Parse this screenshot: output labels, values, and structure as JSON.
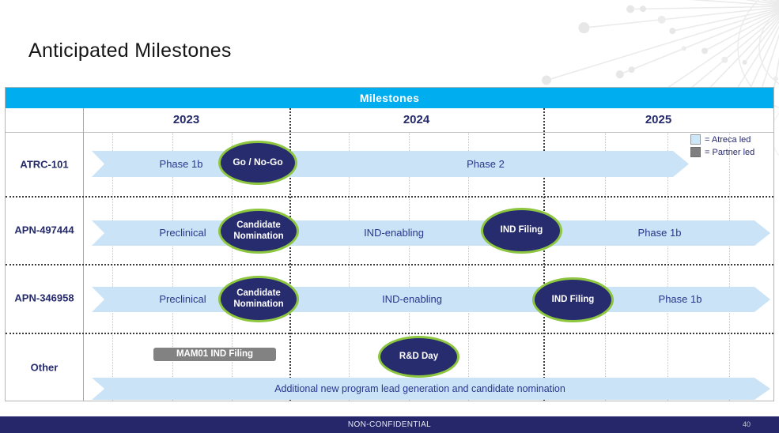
{
  "title": "Anticipated Milestones",
  "milestones_header": "Milestones",
  "years": [
    "2023",
    "2024",
    "2025"
  ],
  "legend": {
    "atreca_label": "= Atreca led",
    "partner_label": "= Partner led"
  },
  "rows": [
    {
      "label": "ATRC-101",
      "phase1": "Phase 1b",
      "phase2": "Phase 2",
      "milestone1": "Go / No-Go"
    },
    {
      "label": "APN-497444",
      "phase1": "Preclinical",
      "phase2": "IND-enabling",
      "phase3": "Phase 1b",
      "milestone1": "Candidate\nNomination",
      "milestone2": "IND Filing"
    },
    {
      "label": "APN-346958",
      "phase1": "Preclinical",
      "phase2": "IND-enabling",
      "phase3": "Phase 1b",
      "milestone1": "Candidate\nNomination",
      "milestone2": "IND Filing"
    },
    {
      "label": "Other",
      "partner_bar": "MAM01 IND Filing",
      "milestone1": "R&D Day",
      "phase1": "Additional new program lead generation and candidate nomination"
    }
  ],
  "footer": {
    "classification": "NON-CONFIDENTIAL",
    "page_number": "40"
  },
  "colors": {
    "accent_cyan": "#00AEEF",
    "navy": "#26276B",
    "milestone_green": "#8DC63F",
    "timeline_blue": "#CBE3F7",
    "partner_grey": "#7F7F7F"
  }
}
